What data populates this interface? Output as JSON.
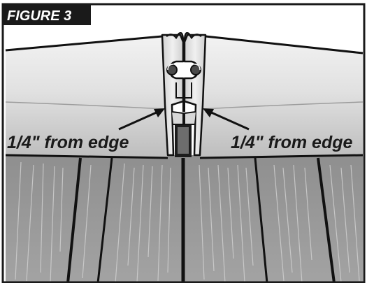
{
  "figure": {
    "label": "FIGURE 3"
  },
  "callouts": {
    "left": "1/4\" from edge",
    "right": "1/4\" from edge"
  },
  "colors": {
    "frame": "#1a1a1a",
    "roof_light": "#e6e6e6",
    "roof_mid": "#c8c8c8",
    "wall": "#9a9a9a",
    "sky": "#ffffff"
  }
}
